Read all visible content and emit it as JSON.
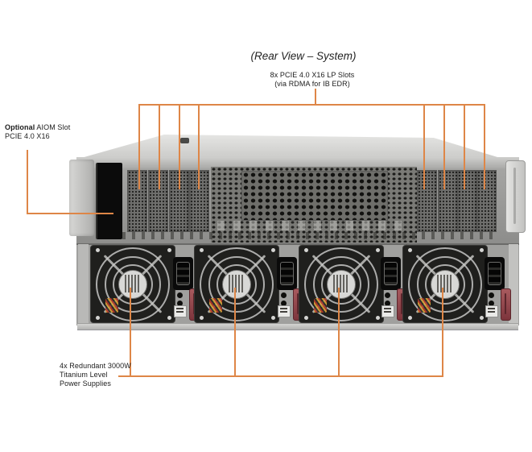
{
  "diagram": {
    "title": "(Rear View – System)",
    "accent_color": "#de8647",
    "callouts": {
      "pcie": {
        "line1": "8x PCIE 4.0 X16 LP Slots",
        "line2": "(via RDMA for IB EDR)"
      },
      "aiom": {
        "bold": "Optional",
        "rest": " AIOM Slot",
        "line2": "PCIE 4.0 X16"
      },
      "psu": {
        "line1": "4x Redundant 3000W",
        "line2": "Titanium Level",
        "line3": "Power Supplies"
      }
    }
  },
  "server": {
    "description": "rear view of 4U GPU server chassis",
    "pcie_lp_slots_visible": 8,
    "power_supplies_visible": 4
  }
}
